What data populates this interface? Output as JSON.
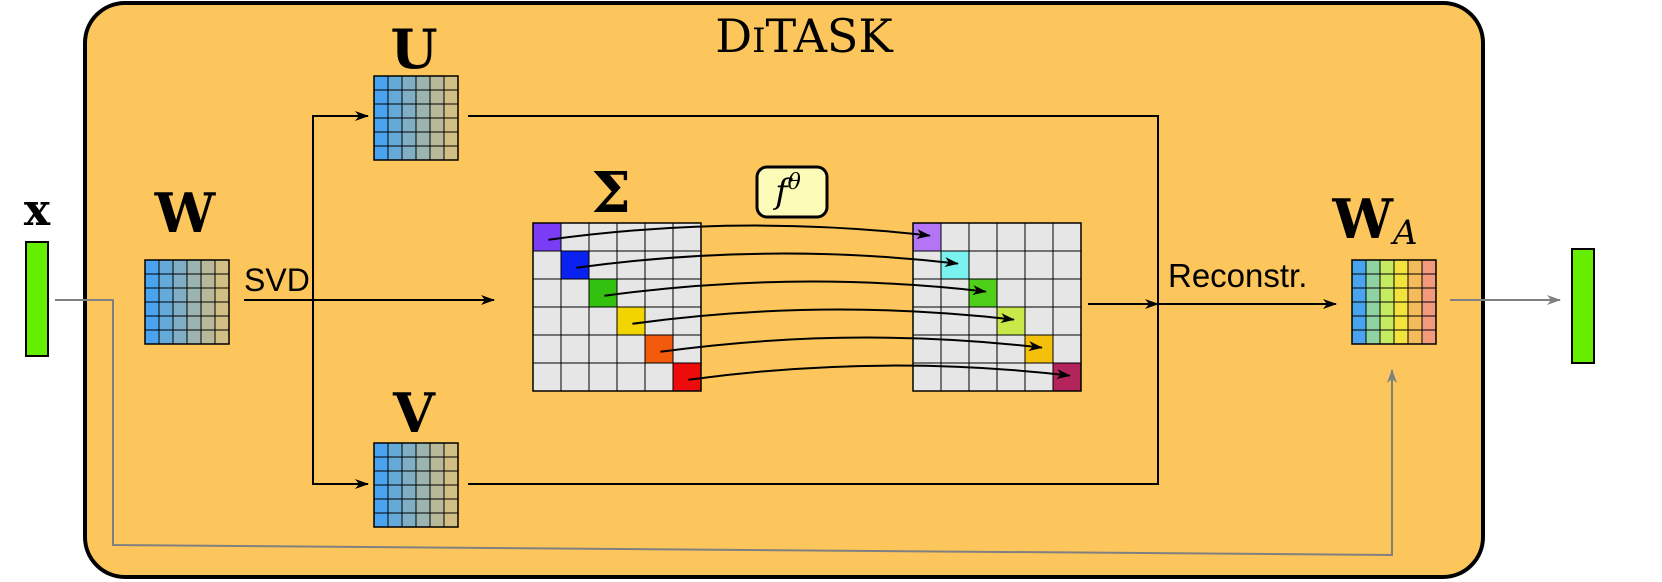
{
  "title": {
    "lead_letter": "D",
    "small_caps": "I",
    "rest": "TASK"
  },
  "labels": {
    "input_vector": "x",
    "weight": "W",
    "u_matrix": "U",
    "v_matrix": "V",
    "sigma_matrix": "Σ",
    "svd": "SVD",
    "function_base": "f",
    "function_superscript": "θ",
    "reconstruct": "Reconstr.",
    "adapted_base": "W",
    "adapted_subscript": "A"
  },
  "colors": {
    "box_fill": "#fcc65c",
    "box_stroke": "#000000",
    "vector_green": "#66ee00",
    "grid_cell": "#e6e6e6",
    "skip_arrow": "#808080",
    "function_box": "#fdfbb8",
    "gradient_blue": "#4aa3ee",
    "gradient_tan": "#d2bf85"
  },
  "sigma": {
    "size": 6,
    "input_diag_colors": [
      "#7a3cf5",
      "#0a22f0",
      "#33c10f",
      "#f2d400",
      "#f45a0c",
      "#ee0b0b"
    ],
    "output_diag_colors": [
      "#b374f5",
      "#7af2ef",
      "#4fcf1a",
      "#c9e84a",
      "#f4c00b",
      "#b3245c"
    ]
  },
  "adapted_columns": [
    "#4aa3ee",
    "#8fd3a0",
    "#c6ea60",
    "#f4e23e",
    "#f4bb5c",
    "#f29a7e"
  ]
}
